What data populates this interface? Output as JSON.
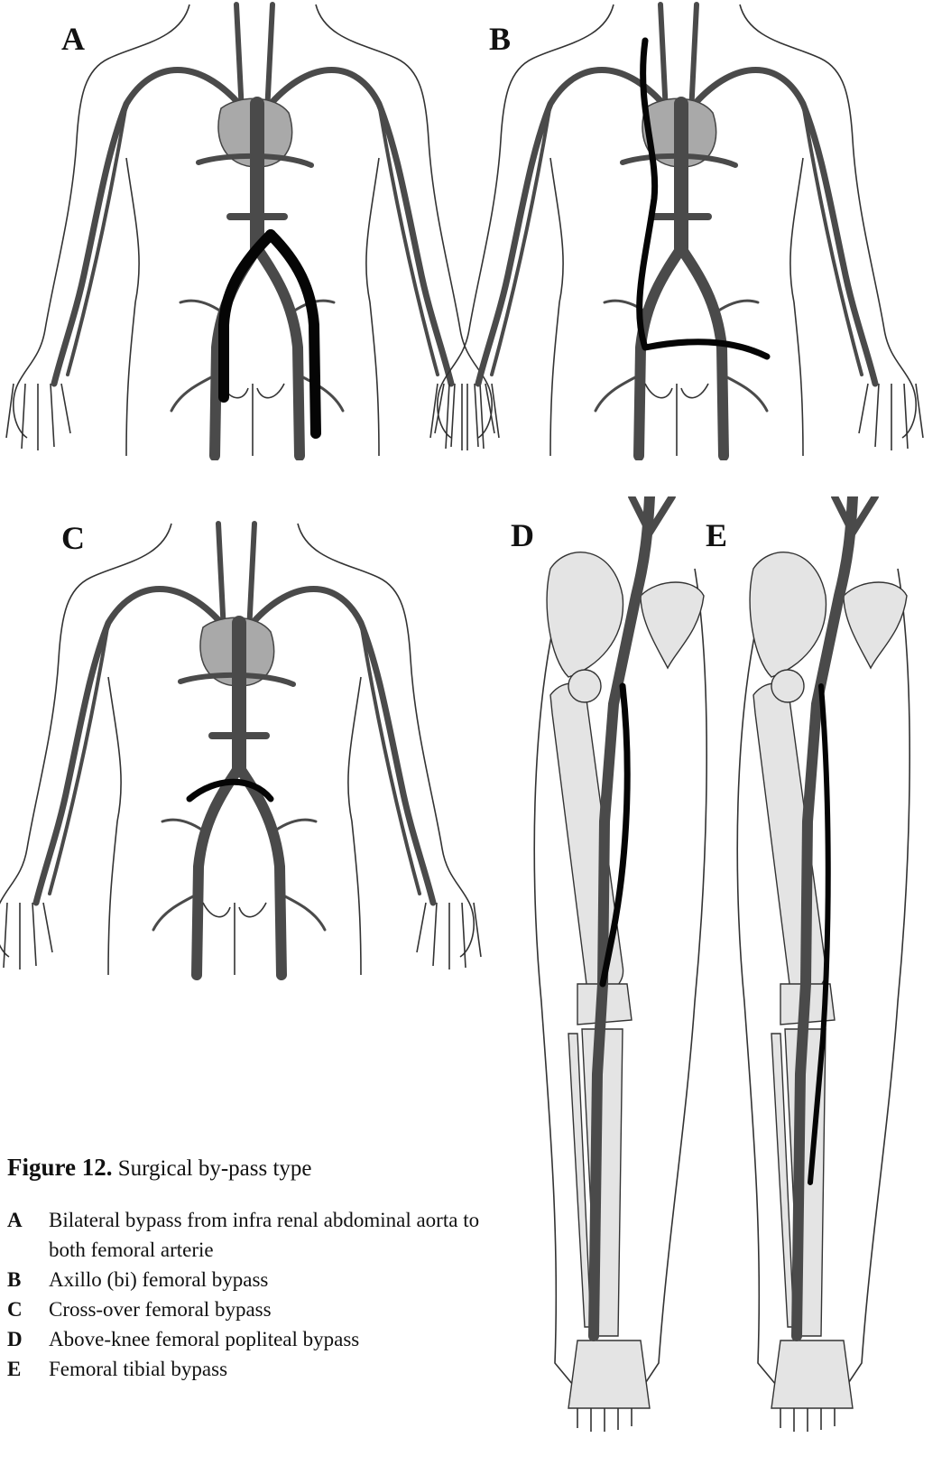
{
  "panels": {
    "a": {
      "letter": "A"
    },
    "b": {
      "letter": "B"
    },
    "c": {
      "letter": "C"
    },
    "d": {
      "letter": "D"
    },
    "e": {
      "letter": "E"
    }
  },
  "caption": {
    "figure_label": "Figure 12.",
    "title": "Surgical by-pass type",
    "legend": [
      {
        "key": "A",
        "text": "Bilateral bypass from infra renal abdominal aorta to both femoral arterie"
      },
      {
        "key": "B",
        "text": "Axillo (bi) femoral bypass"
      },
      {
        "key": "C",
        "text": "Cross-over femoral bypass"
      },
      {
        "key": "D",
        "text": "Above-knee femoral popliteal bypass"
      },
      {
        "key": "E",
        "text": "Femoral tibial bypass"
      }
    ]
  },
  "colors": {
    "artery": "#4a4a4a",
    "graft": "#050505",
    "bone": "#e4e4e4"
  }
}
